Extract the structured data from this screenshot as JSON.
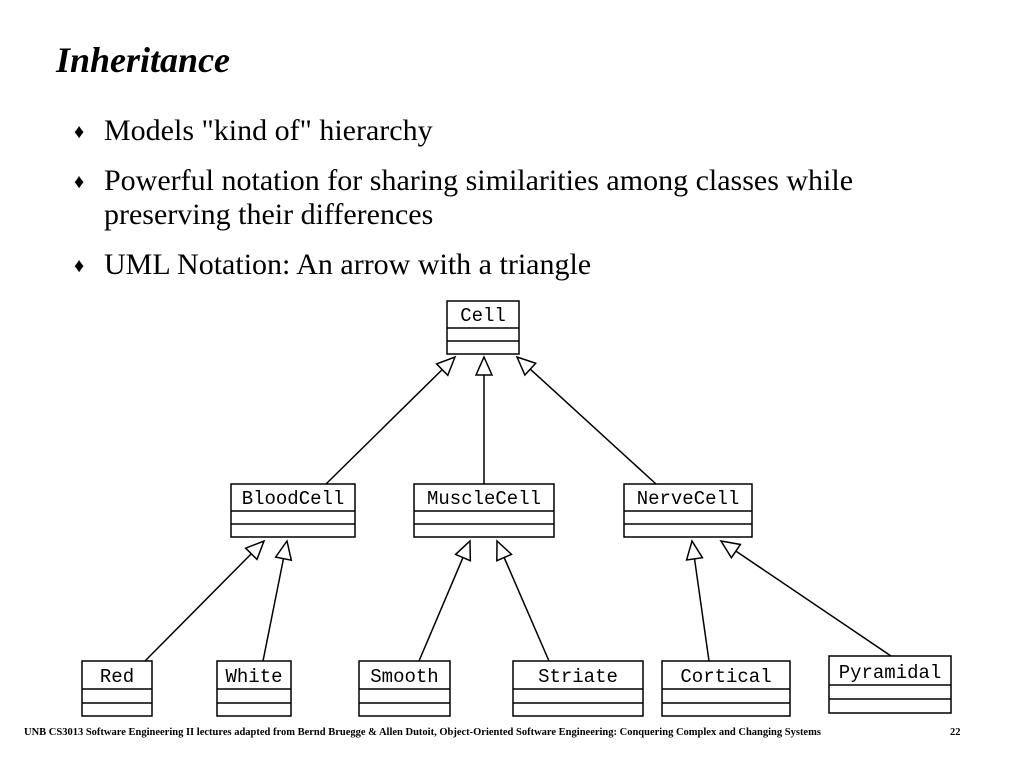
{
  "slide": {
    "title": "Inheritance",
    "bullets": [
      {
        "marker": "♦",
        "text": "Models \"kind of\" hierarchy"
      },
      {
        "marker": "♦",
        "text": "Powerful notation for sharing similarities among classes while preserving their differences"
      },
      {
        "marker": "♦",
        "text": "UML Notation: An arrow with a triangle"
      }
    ]
  },
  "diagram": {
    "classes": [
      {
        "id": "cell",
        "name": "Cell"
      },
      {
        "id": "bloodcell",
        "name": "BloodCell"
      },
      {
        "id": "musclecell",
        "name": "MuscleCell"
      },
      {
        "id": "nervecell",
        "name": "NerveCell"
      },
      {
        "id": "red",
        "name": "Red"
      },
      {
        "id": "white",
        "name": "White"
      },
      {
        "id": "smooth",
        "name": "Smooth"
      },
      {
        "id": "striate",
        "name": "Striate"
      },
      {
        "id": "cortical",
        "name": "Cortical"
      },
      {
        "id": "pyramidal",
        "name": "Pyramidal"
      }
    ],
    "generalizations": [
      {
        "child": "bloodcell",
        "parent": "cell"
      },
      {
        "child": "musclecell",
        "parent": "cell"
      },
      {
        "child": "nervecell",
        "parent": "cell"
      },
      {
        "child": "red",
        "parent": "bloodcell"
      },
      {
        "child": "white",
        "parent": "bloodcell"
      },
      {
        "child": "smooth",
        "parent": "musclecell"
      },
      {
        "child": "striate",
        "parent": "musclecell"
      },
      {
        "child": "cortical",
        "parent": "nervecell"
      },
      {
        "child": "pyramidal",
        "parent": "nervecell"
      }
    ]
  },
  "footer": {
    "text": "UNB CS3013 Software Engineering II lectures adapted from Bernd Bruegge & Allen Dutoit, Object-Oriented Software Engineering: Conquering Complex and Changing Systems",
    "page_number": "22"
  }
}
